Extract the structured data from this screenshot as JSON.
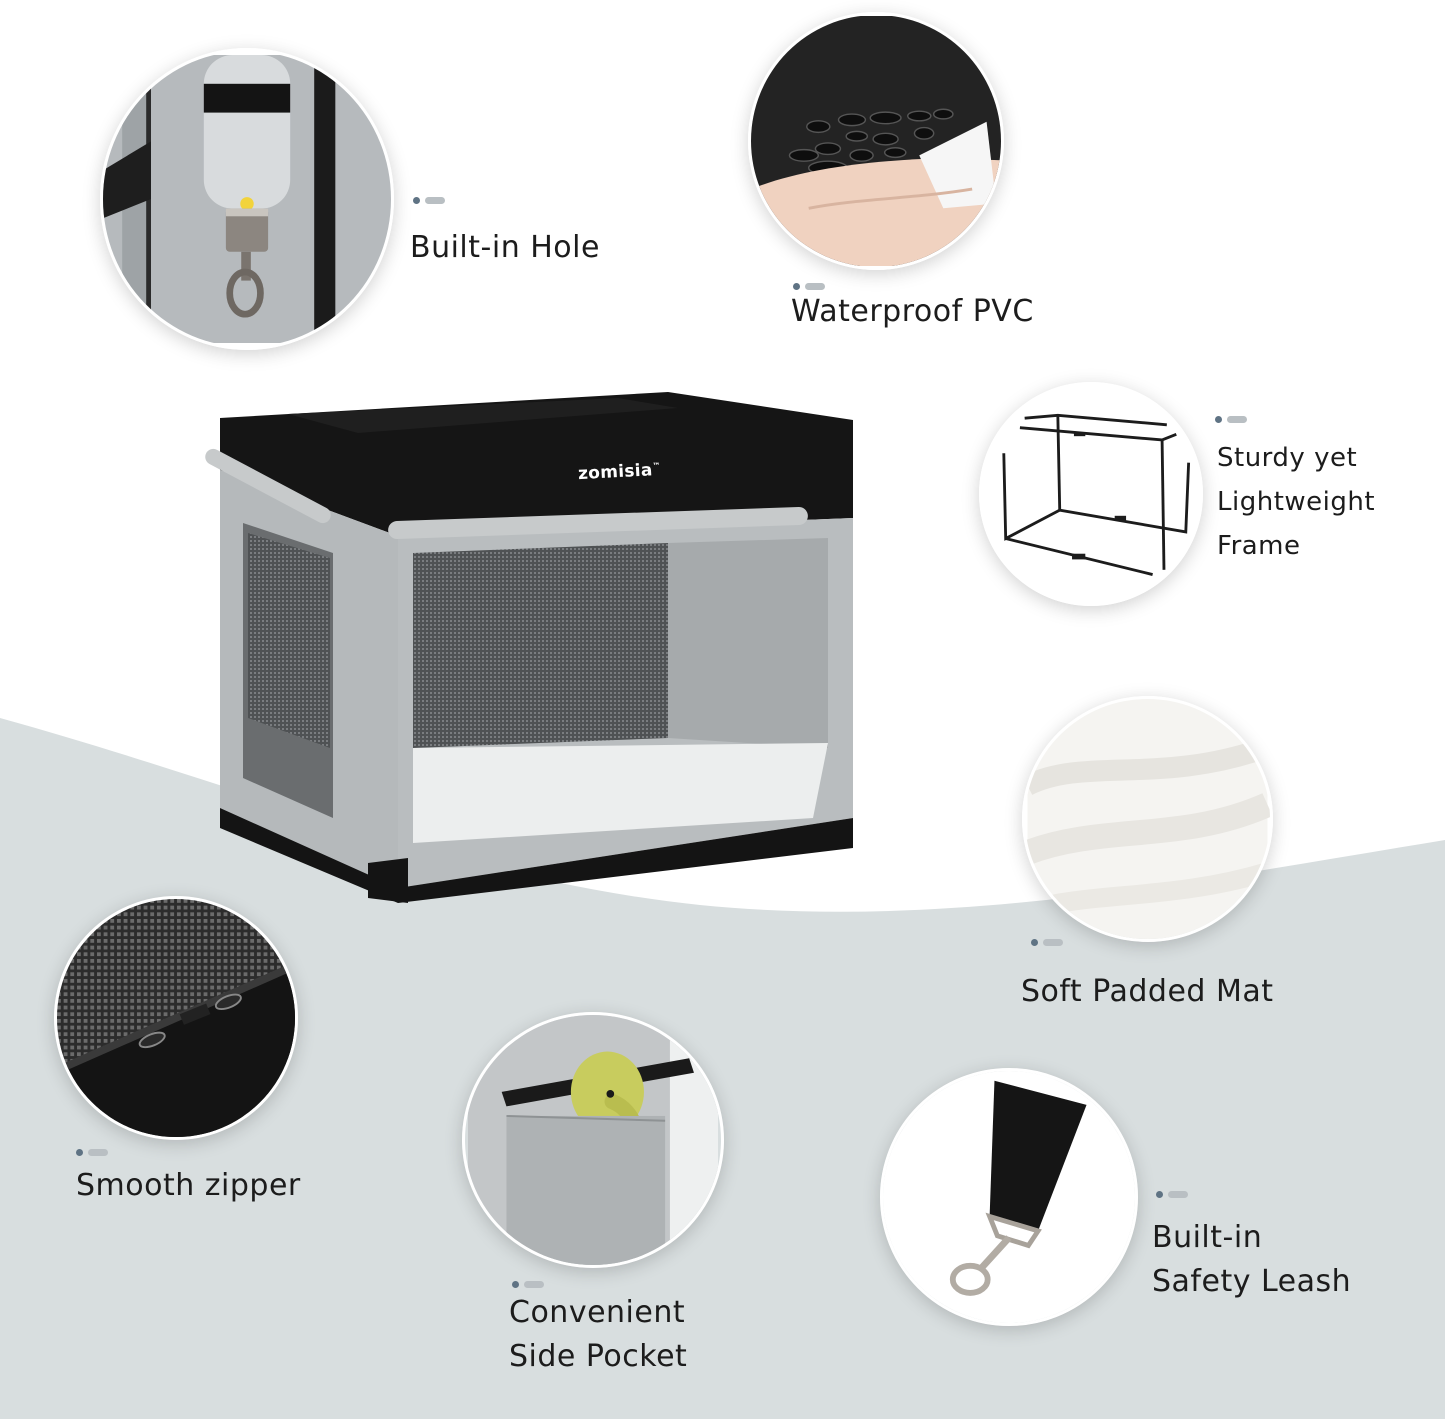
{
  "product": {
    "brand": "zomisia",
    "trademark": "™",
    "description": "Collapsible soft-sided pet crate, black top with light-grey frame and mesh panels"
  },
  "colors": {
    "background_top": "#ffffff",
    "background_wave": "#d8dedf",
    "label_text": "#1c1c1c",
    "bullet_dot": "#5f7384",
    "bullet_bar": "#b9bfc3",
    "crate_black": "#141414",
    "crate_grey": "#b9bdbf"
  },
  "features": [
    {
      "id": "built-in-hole",
      "label_lines": [
        "Built-in Hole"
      ],
      "image": "water-bottle-hole"
    },
    {
      "id": "waterproof-pvc",
      "label_lines": [
        "Waterproof PVC"
      ],
      "image": "water-droplets-wipe"
    },
    {
      "id": "frame",
      "label_lines": [
        "Sturdy yet",
        "Lightweight",
        "Frame"
      ],
      "image": "wire-frame"
    },
    {
      "id": "soft-mat",
      "label_lines": [
        "Soft Padded Mat"
      ],
      "image": "fleece-mat"
    },
    {
      "id": "zipper",
      "label_lines": [
        "Smooth zipper"
      ],
      "image": "mesh-zipper"
    },
    {
      "id": "side-pocket",
      "label_lines": [
        "Convenient",
        "Side Pocket"
      ],
      "image": "pocket-with-toy"
    },
    {
      "id": "safety-leash",
      "label_lines": [
        "Built-in",
        "Safety Leash"
      ],
      "image": "leash-clip"
    }
  ]
}
